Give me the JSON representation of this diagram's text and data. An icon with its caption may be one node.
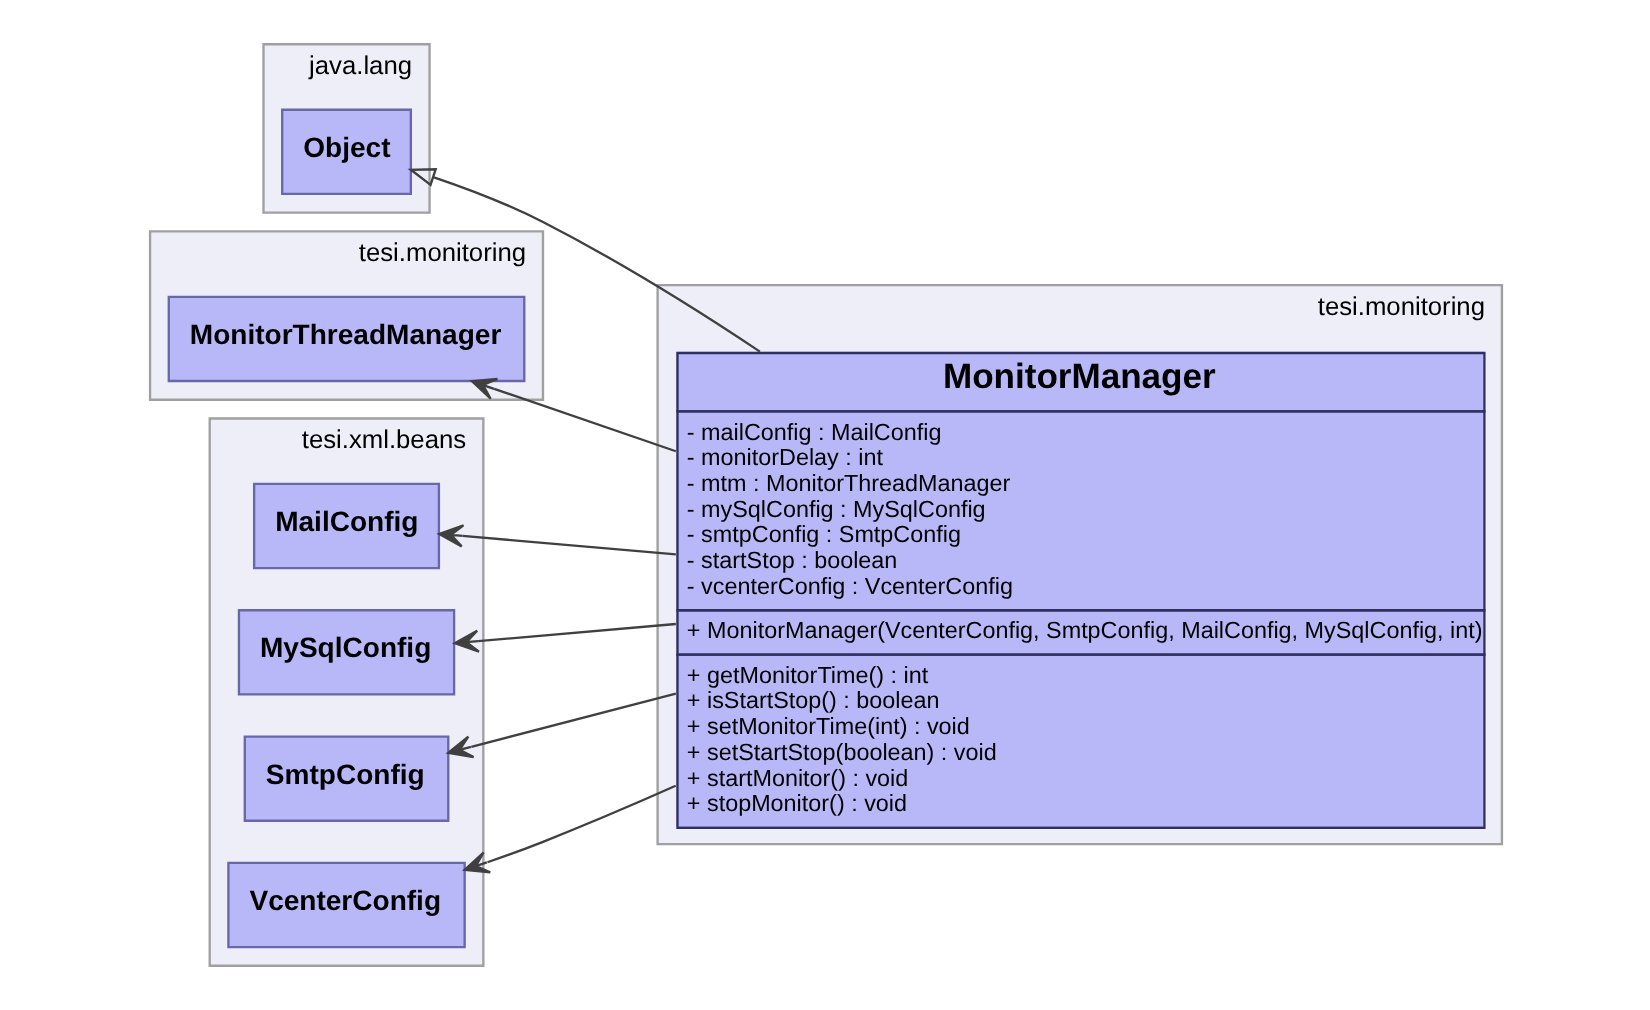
{
  "diagram": {
    "nodes": [
      {
        "text": [
          "java.lang"
        ]
      },
      {
        "text": [
          "Object"
        ],
        "in": 0
      },
      {
        "text": [
          "tesi.monitoring"
        ]
      },
      {
        "text": [
          "MonitorThreadManager"
        ],
        "in": 2
      },
      {
        "text": [
          "tesi.monitoring"
        ]
      },
      {
        "text": [
          "MonitorManager",
          "- mailConfig : MailConfig",
          "- monitorDelay : int",
          "- mtm : MonitorThreadManager",
          "- mySqlConfig : MySqlConfig",
          "- smtpConfig : SmtpConfig",
          "- startStop : boolean",
          "- vcenterConfig : VcenterConfig",
          "+ MonitorManager(VcenterConfig, SmtpConfig, MailConfig, MySqlConfig, int)",
          "+ getMonitorTime() : int",
          "+ isStartStop() : boolean",
          "+ setMonitorTime(int) : void",
          "+ setStartStop(boolean) : void",
          "+ startMonitor() : void",
          "+ stopMonitor() : void"
        ],
        "in": 4
      },
      {
        "text": [
          "tesi.xml.beans"
        ]
      },
      {
        "text": [
          "MailConfig"
        ],
        "in": 6
      },
      {
        "text": [
          "MySqlConfig"
        ],
        "in": 6
      },
      {
        "text": [
          "SmtpConfig"
        ],
        "in": 6
      },
      {
        "text": [
          "VcenterConfig"
        ],
        "in": 6
      }
    ],
    "edges": [
      {
        "from": 5,
        "to": 1,
        "arrow": "to"
      },
      {
        "from": 5,
        "to": 3,
        "arrow": "to"
      },
      {
        "from": 5,
        "to": 7,
        "arrow": "to"
      },
      {
        "from": 5,
        "to": 8,
        "arrow": "to"
      },
      {
        "from": 5,
        "to": 9,
        "arrow": "to"
      },
      {
        "from": 5,
        "to": 10,
        "arrow": "to"
      }
    ]
  }
}
